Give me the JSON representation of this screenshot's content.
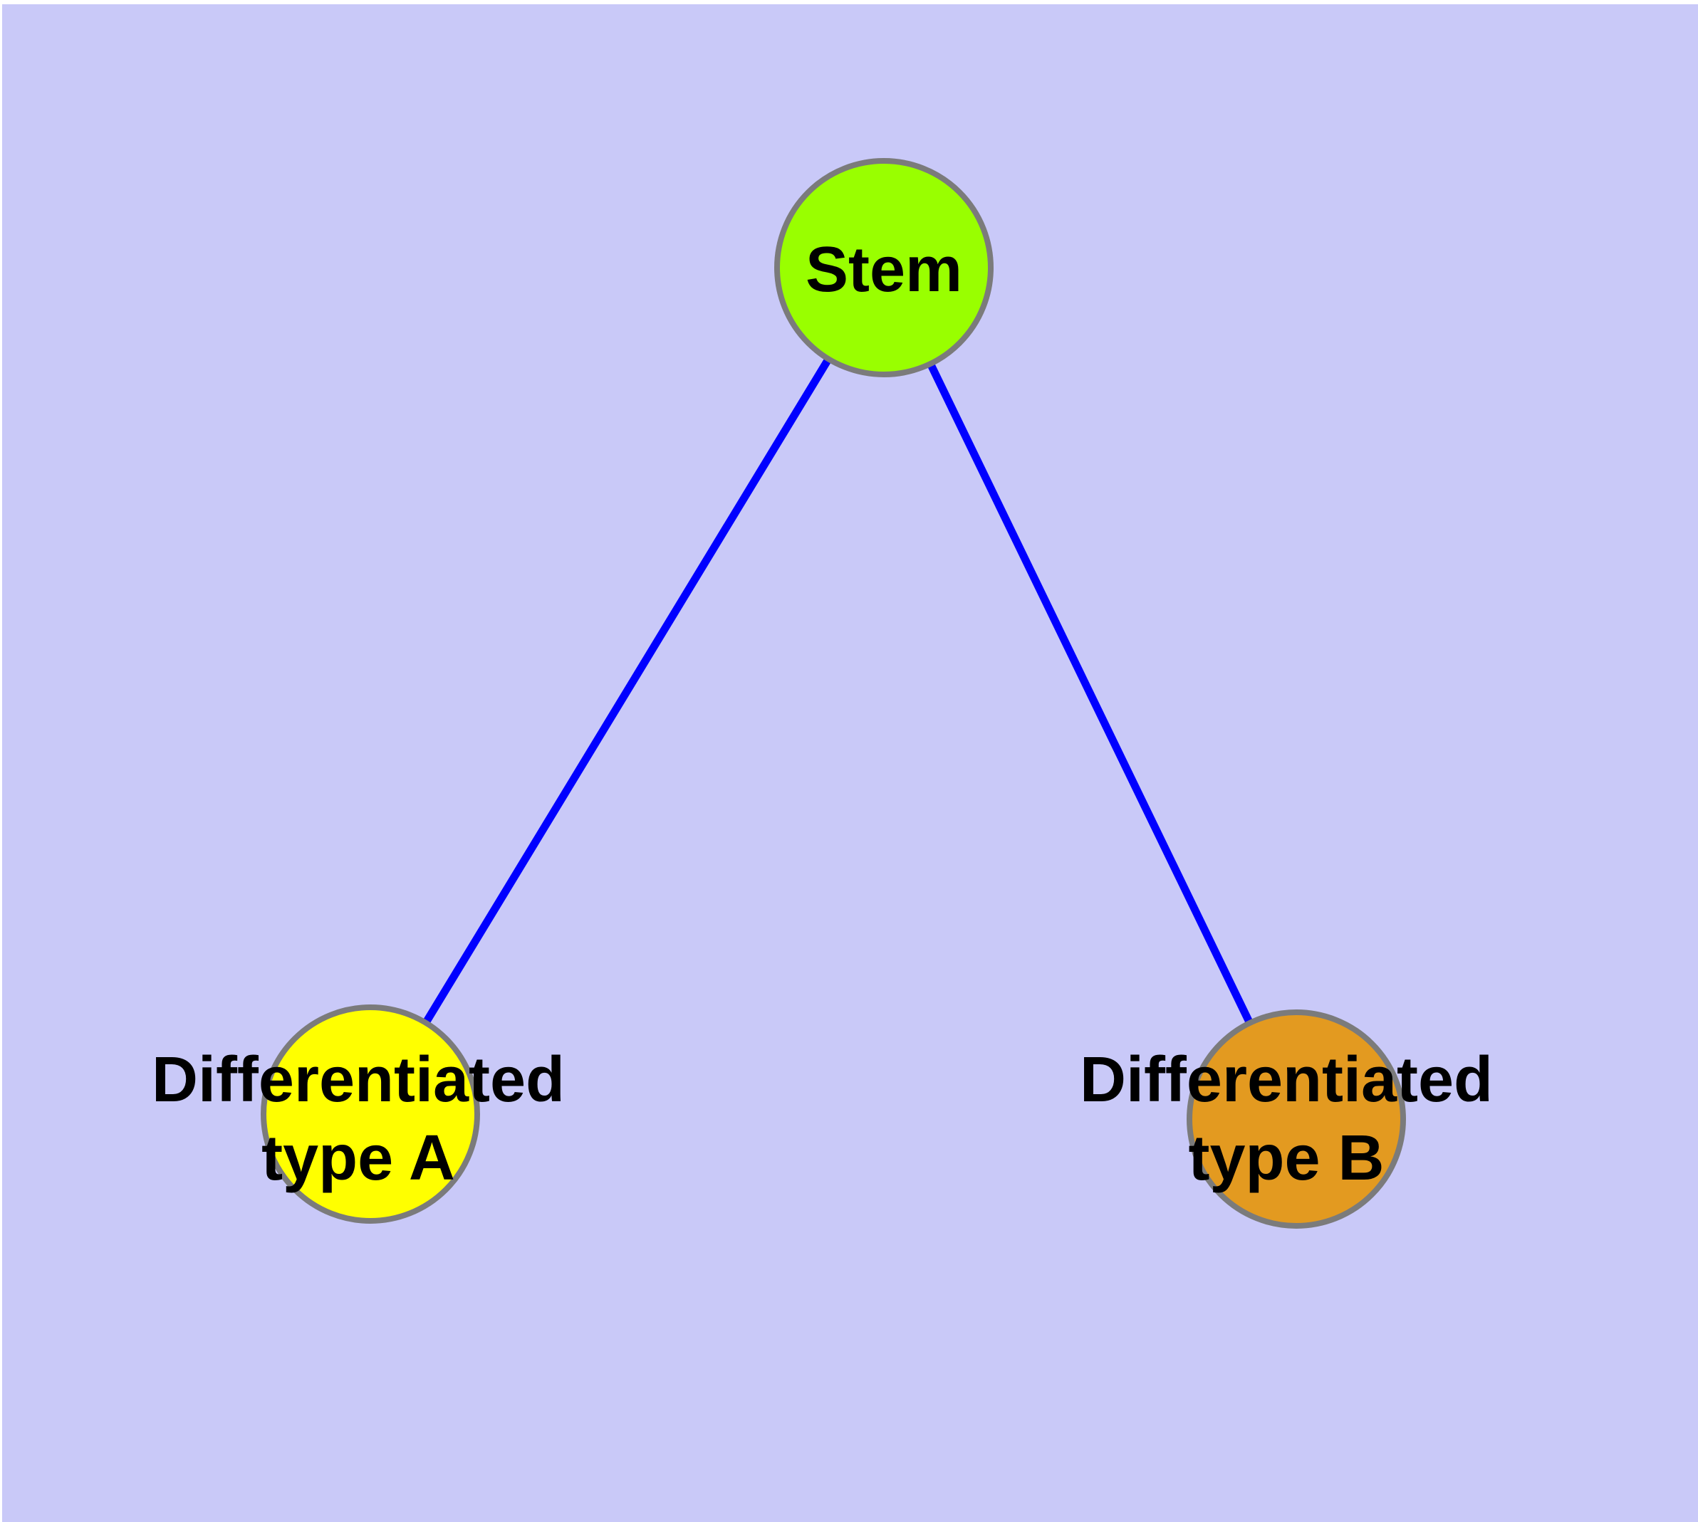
{
  "colors": {
    "background": "#c9c9f8",
    "page_margin": "#ffffff",
    "edge_line": "#0000ff",
    "node_border": "#7b7b7b",
    "stem_node_fill": "#99ff00",
    "type_a_node_fill": "#ffff00",
    "type_b_node_fill": "#e39a20",
    "label_text": "#000000"
  },
  "nodes": {
    "stem": {
      "label": "Stem"
    },
    "type_a": {
      "label_line1": "Differentiated",
      "label_line2": "type A"
    },
    "type_b": {
      "label_line1": "Differentiated",
      "label_line2": "type B"
    }
  },
  "edges": [
    {
      "from": "Stem",
      "to": "Differentiated type A"
    },
    {
      "from": "Stem",
      "to": "Differentiated type B"
    }
  ]
}
